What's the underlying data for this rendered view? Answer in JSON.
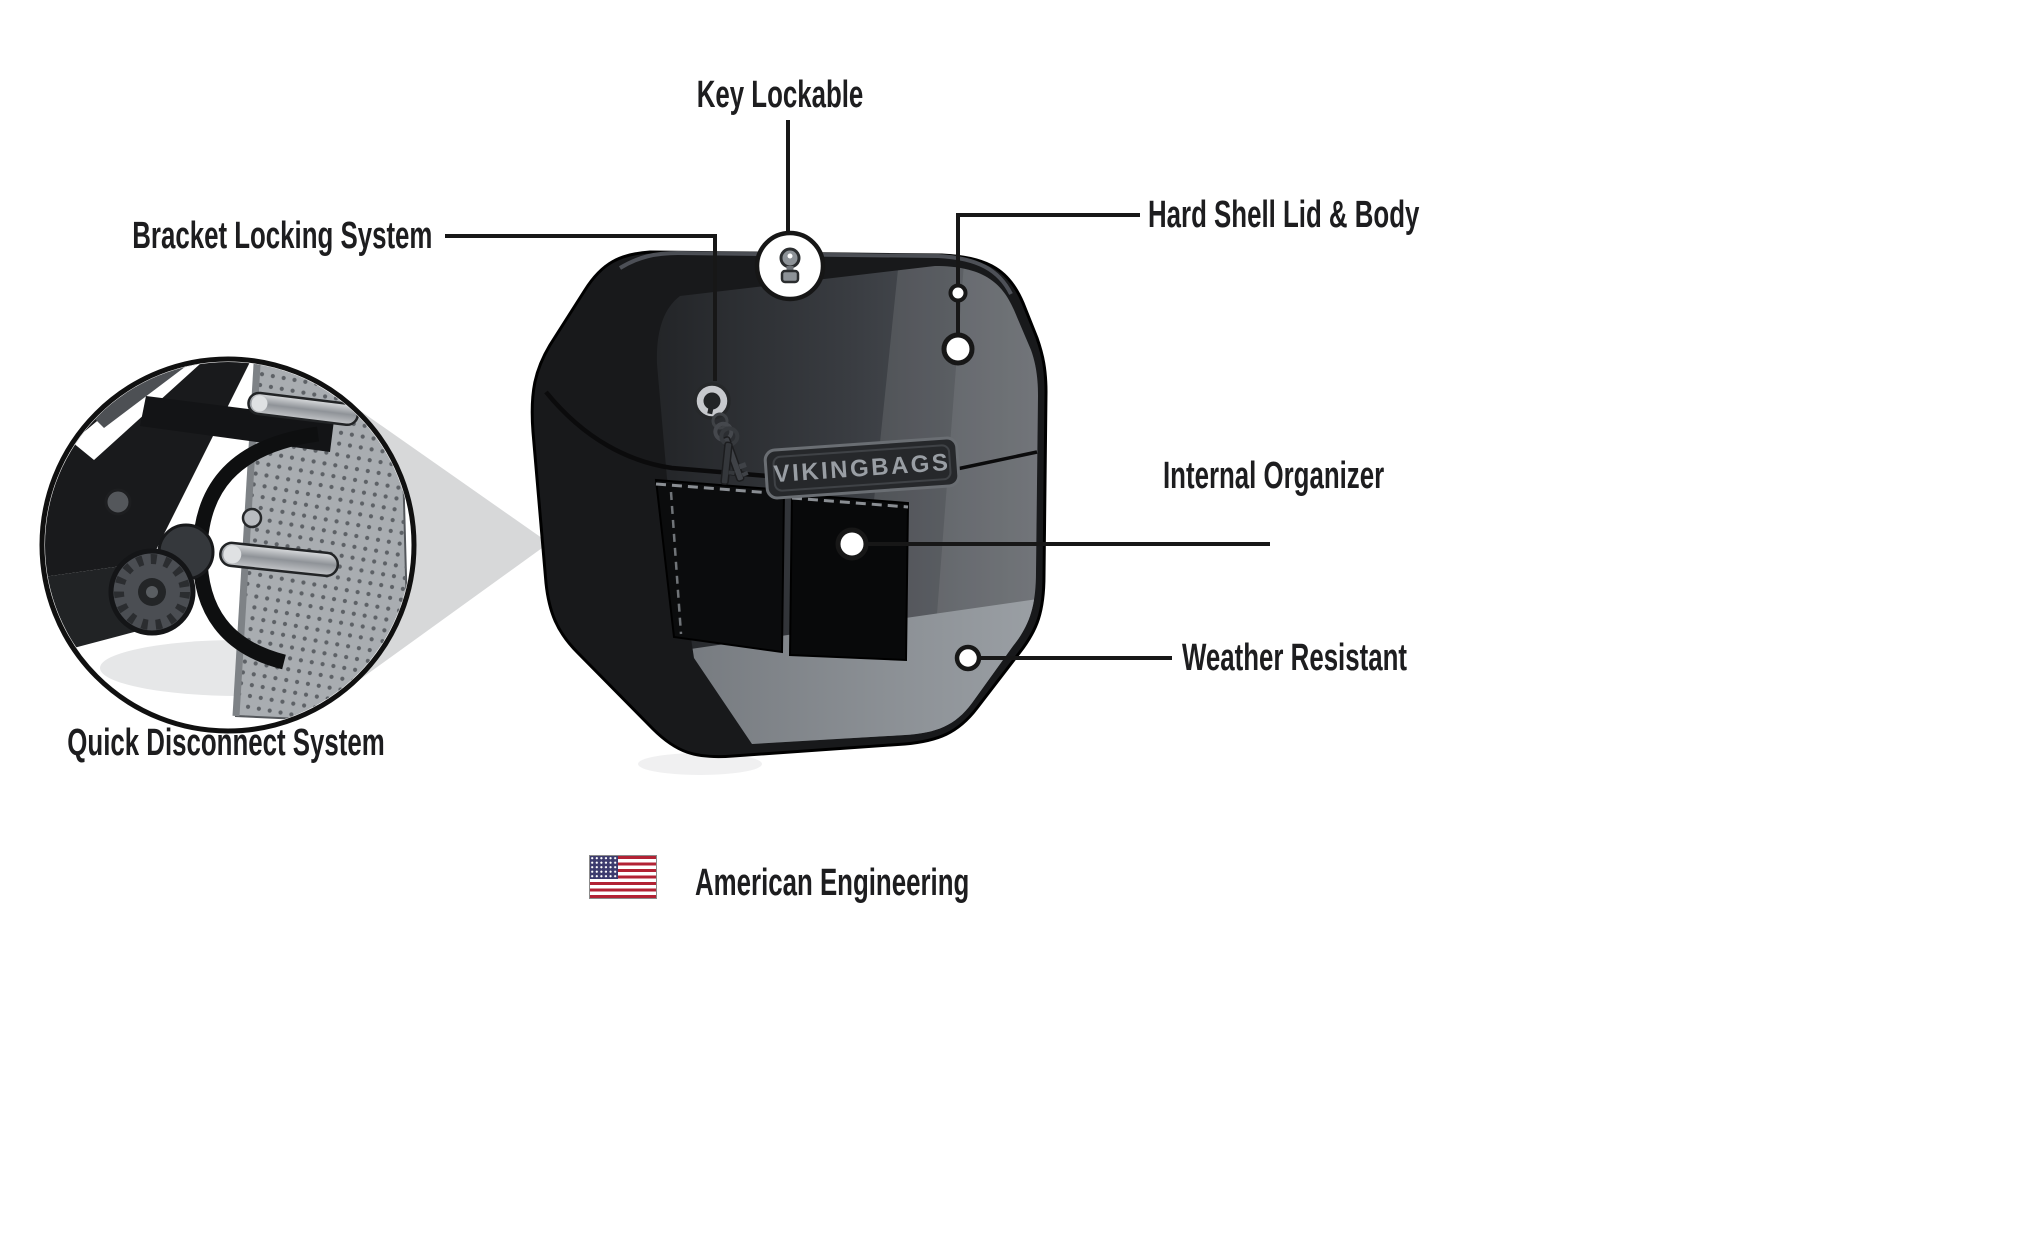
{
  "callouts": {
    "key_lockable": {
      "label": "Key Lockable"
    },
    "bracket_locking_system": {
      "label": "Bracket Locking System"
    },
    "hard_shell_lid_body": {
      "label": "Hard Shell Lid & Body"
    },
    "internal_organizer": {
      "label": "Internal Organizer"
    },
    "weather_resistant": {
      "label": "Weather Resistant"
    },
    "quick_disconnect_system": {
      "label": "Quick Disconnect System"
    }
  },
  "footer": {
    "label": "American Engineering"
  },
  "product": {
    "brand_badge": "VIKINGBAGS"
  },
  "icons": {
    "key": "key-icon",
    "us_flag": "us-flag-icon"
  },
  "colors": {
    "background": "#ffffff",
    "label_text": "#1d1d1f",
    "connector_line": "#171717",
    "bag_body": "#18191b",
    "wedge_grey": "#d7d8d9",
    "flag_red": "#B22234",
    "flag_blue": "#3C3B6E"
  }
}
